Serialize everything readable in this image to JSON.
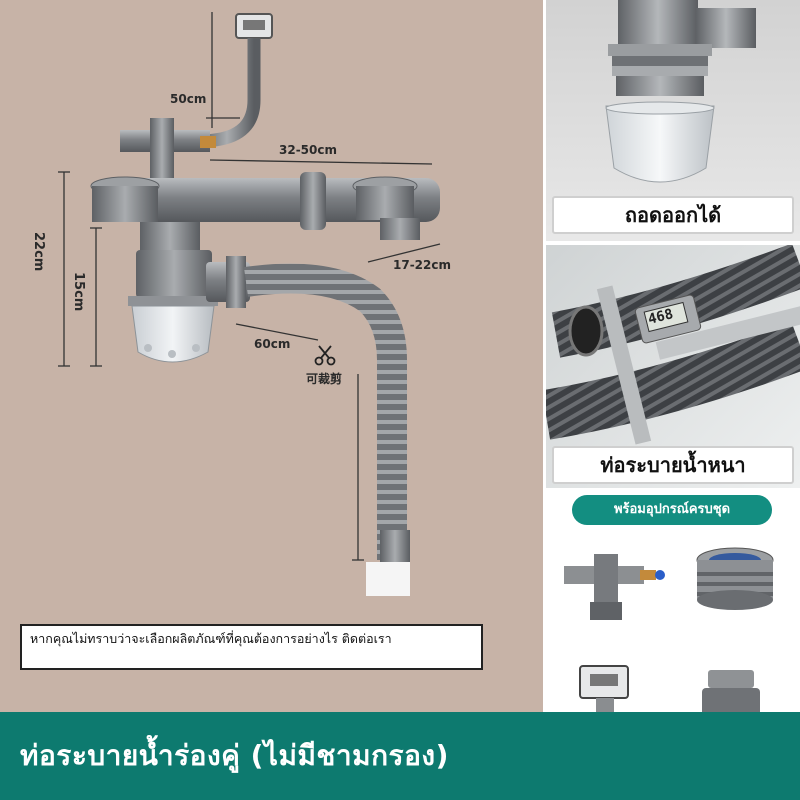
{
  "main": {
    "dim_50cm": "50cm",
    "dim_32_50cm": "32-50cm",
    "dim_22cm": "22cm",
    "dim_15cm": "15cm",
    "dim_17_22cm": "17-22cm",
    "dim_60cm": "60cm",
    "cuttable_label": "可裁剪",
    "info_text": "หากคุณไม่ทราบว่าจะเลือกผลิตภัณฑ์ที่คุณต้องการอย่างไร ติดต่อเรา"
  },
  "side": {
    "removable_caption": "ถอดออกได้",
    "thick_pipe_caption": "ท่อระบายน้ำหนา",
    "caliper_reading": "468",
    "kit_label": "พร้อมอุปกรณ์ครบชุด"
  },
  "footer": {
    "title": "ท่อระบายน้ำร่องคู่ (ไม่มีชามกรอง)"
  },
  "colors": {
    "background": "#c7b3a7",
    "accent": "#0d7a6f",
    "pill": "#138e81",
    "pipe": "#8a8c8f"
  },
  "icons": [
    "scissors-icon"
  ]
}
